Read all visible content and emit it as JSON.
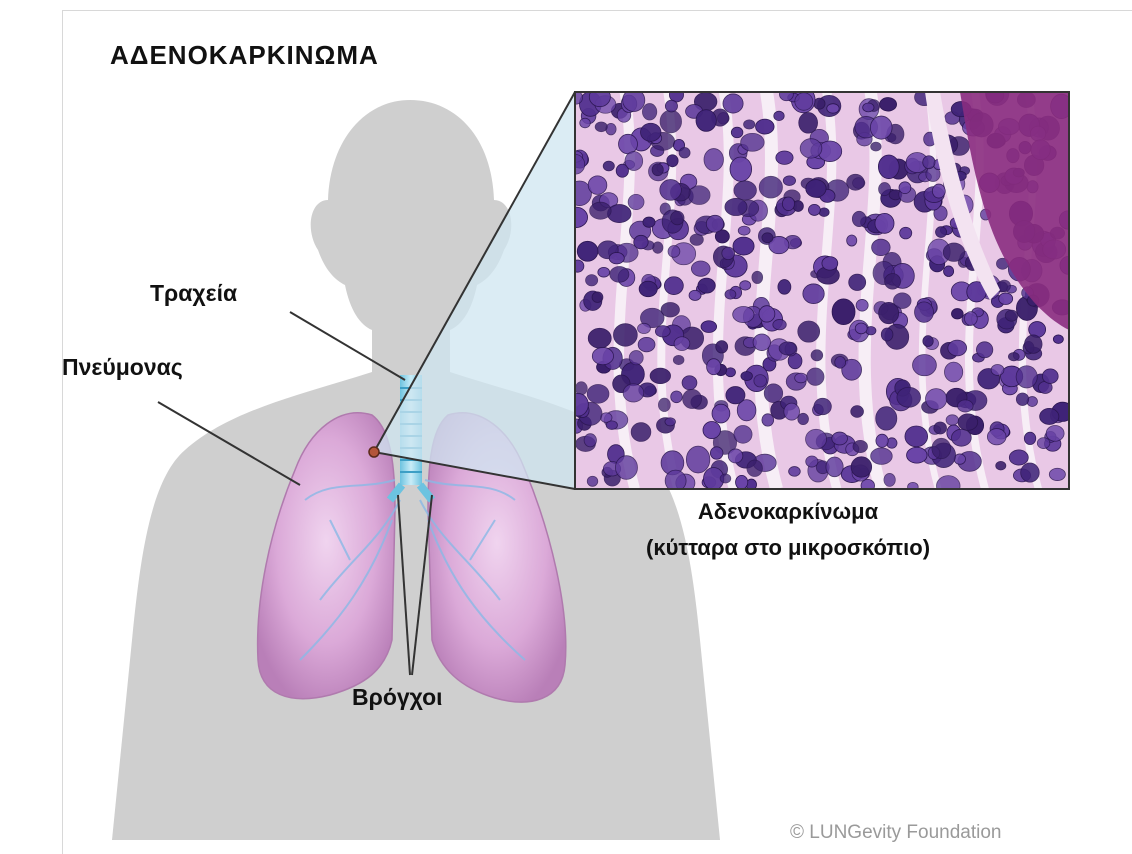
{
  "title": "ΑΔΕΝΟΚΑΡΚΙΝΩΜΑ",
  "labels": {
    "trachea": "Τραχεία",
    "lung": "Πνεύμονας",
    "bronchi": "Βρόγχοι"
  },
  "caption": {
    "line1": "Αδενοκαρκίνωμα",
    "line2": "(κύτταρα στο μικροσκόπιο)"
  },
  "credit": "© LUNGevity Foundation",
  "colors": {
    "silhouette": "#cfcfcf",
    "lung": "#d9a7d6",
    "trachea": "#8fd3ea",
    "magnifier": "#cfe6f0",
    "cells": "#4b2a88",
    "stroma": "#c98fc0"
  }
}
